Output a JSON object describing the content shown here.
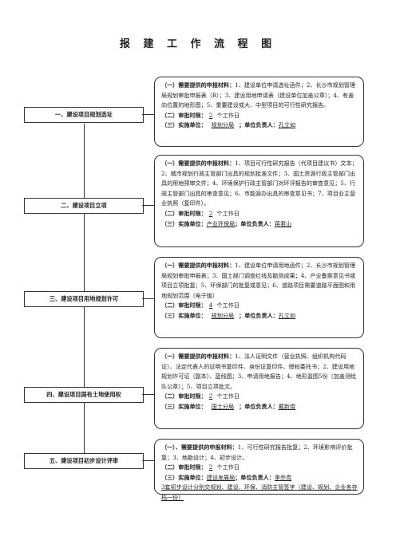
{
  "title": "报 建 工 作 流 程 图",
  "stages": [
    {
      "name": "一、建设项目规划选址",
      "materials_label": "（一）需要提供的申报材料：",
      "materials": "1、建设单位申请选址函件；2、长沙市规划管理局规划审批申报表（B）；3、建设用地申请表（建设单位加盖公章）；4、有盖向位置的地形图；5、重要建设或大、中型项目的可行性研究报告。",
      "time_label": "（二）审批时限：",
      "time_value": "2",
      "time_unit": "个工作日",
      "unit_label": "（三）实施单位：",
      "unit_value": "规划分局",
      "person_label": "；单位负责人：",
      "person_value": "孔立如",
      "extra": ""
    },
    {
      "name": "二、建设项目立项",
      "materials_label": "（一）需要提供的申报材料：",
      "materials": "1、项目可行性研究报告（代项目建议书）文本；2、城市规划行政主管部门出具的规划批准文件；3、国土资源行政主管部门出具的用地预审文件；4、环境保护行政主管部门对环评报告的审查意见；5、行政主管部门出具的审查意见；6、市能源办出具的审查意见书；7、项目业主营业执照（复印件）。",
      "time_label": "（二）审批时限：",
      "time_value": "2",
      "time_unit": "个工作日",
      "unit_label": "（三）实施单位：",
      "unit_value": "产业环保局",
      "person_label": "；单位负责人：",
      "person_value": "蒋君山",
      "extra": ""
    },
    {
      "name": "三、建设项目用地规划许可",
      "materials_label": "（一）需要提供的申报材料：",
      "materials": "1、建设单位申请用地函件；2、长沙市规划管理局规划审批申报表；3、国土部门调查红线及勘测成果；4、产业备案意见书或项目立项批复；5、环保部门的批复或意见；6、道路项目需要道路平面图和用地规划范围（电子版）",
      "time_label": "（二）审批时限：",
      "time_value": "4",
      "time_unit": "个工作日",
      "unit_label": "（三）实施单位：",
      "unit_value": "规划分局",
      "person_label": "；单位负责人：",
      "person_value": "孔立如",
      "extra": ""
    },
    {
      "name": "四、建设项目国有土地使用权",
      "materials_label": "（一）需要提供的申报材料：",
      "materials": "1、法人证明文件（营业执照、组织机构代码证）、法定代表人的证明书复印件、身份证复印件、授权委托书；2、建设用地规划许可证（副本）、蓝线图；3、申请用地报告；4、地形监图5份（加盖测绘队公章）；5、项目立项批文。",
      "time_label": "（二）审批时限：",
      "time_value": "2",
      "time_unit": "个工作日",
      "unit_label": "（三）实施单位：",
      "unit_value": "国土分局",
      "person_label": "；单位负责人：",
      "person_value": "戴新煜",
      "extra": ""
    },
    {
      "name": "五、建设项目初步设计评审",
      "materials_label": "（一）、需要提供的申报材料：",
      "materials": "1、可行性研究报告批复；2、环境影响评价批复；3、地勘设计；4、初步设计。",
      "time_label": "（二）审批时限：",
      "time_value": "2",
      "time_unit": "个工作日",
      "unit_label": "（三）实施单位：",
      "unit_value": "建设发展局",
      "person_label": "；单位负责人：",
      "person_value": "李乔岚",
      "extra": "3套初步设计分别交规划、建设、环保、消防主管签字（建设、规划、企业各存档一份）"
    }
  ]
}
